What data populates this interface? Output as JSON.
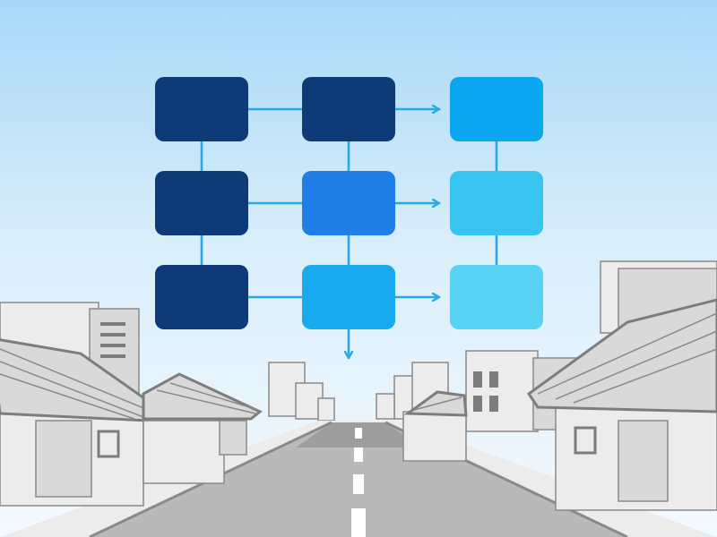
{
  "colors": {
    "sky_top": "#a8d8f7",
    "sky_mid": "#d9eefb",
    "sky_bottom": "#f4f9fd",
    "connector": "#29a8e8",
    "road": "#b9b9b9",
    "road_far": "#9e9e9e",
    "lane_marking": "#ffffff",
    "building_light": "#ececec",
    "building_mid": "#d9d9d9",
    "roof_dark": "#7d7d7d",
    "outline": "#8a8a8a"
  },
  "diagram": {
    "rows": 3,
    "columns": 3,
    "nodes": [
      {
        "id": "r1c1",
        "row": 1,
        "col": 1,
        "color": "#0f3a78"
      },
      {
        "id": "r1c2",
        "row": 1,
        "col": 2,
        "color": "#0f3a78"
      },
      {
        "id": "r1c3",
        "row": 1,
        "col": 3,
        "color": "#0aa6ef"
      },
      {
        "id": "r2c1",
        "row": 2,
        "col": 1,
        "color": "#0f3a78"
      },
      {
        "id": "r2c2",
        "row": 2,
        "col": 2,
        "color": "#1f7fe6"
      },
      {
        "id": "r2c3",
        "row": 2,
        "col": 3,
        "color": "#37c4f0"
      },
      {
        "id": "r3c1",
        "row": 3,
        "col": 1,
        "color": "#0f3a78"
      },
      {
        "id": "r3c2",
        "row": 3,
        "col": 2,
        "color": "#18a9ee"
      },
      {
        "id": "r3c3",
        "row": 3,
        "col": 3,
        "color": "#5ad2f4"
      }
    ],
    "edges": [
      {
        "from": "r1c1",
        "to": "r1c2",
        "arrow": false
      },
      {
        "from": "r1c2",
        "to": "r1c3",
        "arrow": true
      },
      {
        "from": "r2c1",
        "to": "r2c2",
        "arrow": false
      },
      {
        "from": "r2c2",
        "to": "r2c3",
        "arrow": true
      },
      {
        "from": "r3c1",
        "to": "r3c2",
        "arrow": false
      },
      {
        "from": "r3c2",
        "to": "r3c3",
        "arrow": true
      },
      {
        "from": "r1c1",
        "to": "r2c1",
        "arrow": false
      },
      {
        "from": "r2c1",
        "to": "r3c1",
        "arrow": false
      },
      {
        "from": "r1c2",
        "to": "r2c2",
        "arrow": false
      },
      {
        "from": "r2c2",
        "to": "r3c2",
        "arrow": false
      },
      {
        "from": "r1c3",
        "to": "r2c3",
        "arrow": false
      },
      {
        "from": "r2c3",
        "to": "r3c3",
        "arrow": false
      },
      {
        "from": "r3c2",
        "to": "exit-bottom",
        "arrow": true
      }
    ]
  }
}
